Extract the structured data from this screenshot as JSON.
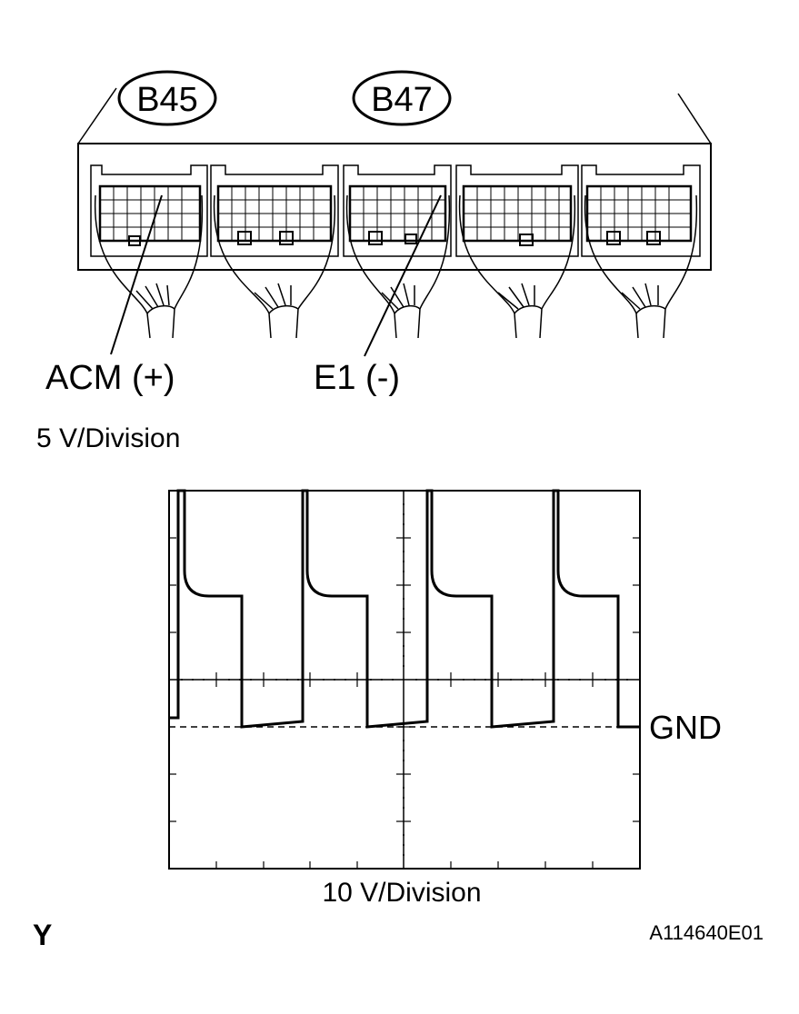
{
  "connectors": [
    "B45",
    "B47"
  ],
  "pins": {
    "positive": "ACM (+)",
    "negative": "E1 (-)"
  },
  "scope": {
    "vertical_scale": "5 V/Division",
    "horizontal_scale": "10 V/Division",
    "ground_label": "GND"
  },
  "footer": {
    "left_mark": "Y",
    "figure_id": "A114640E01"
  }
}
